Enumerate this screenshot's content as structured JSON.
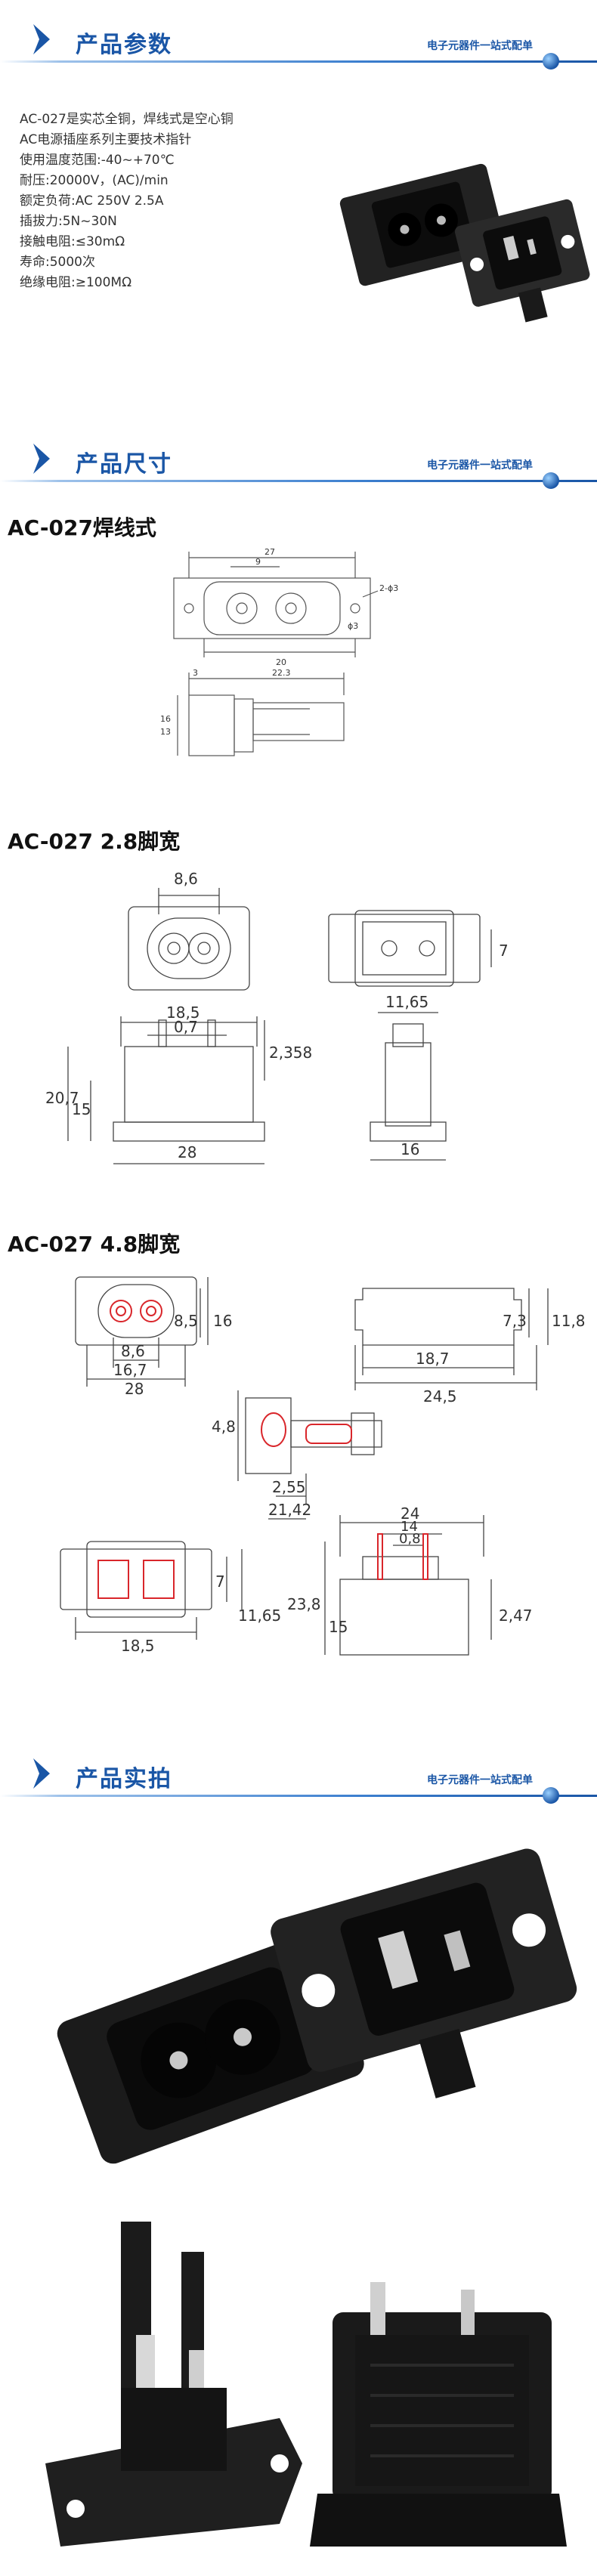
{
  "sections": {
    "params": {
      "title": "产品参数",
      "slogan": "电子元器件一站式配单"
    },
    "dimensions": {
      "title": "产品尺寸",
      "slogan": "电子元器件一站式配单"
    },
    "photos": {
      "title": "产品实拍",
      "slogan": "电子元器件一站式配单"
    }
  },
  "specs": [
    "AC-027是实芯全铜，焊线式是空心铜",
    "AC电源插座系列主要技术指针",
    "使用温度范围:-40~+70℃",
    "耐压:20000V，(AC)/min",
    "额定负荷:AC 250V 2.5A",
    "插拔力:5N~30N",
    "接触电阻:≤30mΩ",
    "寿命:5000次",
    "绝缘电阻:≥100MΩ"
  ],
  "subtitles": {
    "weld": "AC-027焊线式",
    "w28": "AC-027  2.8脚宽",
    "w48": "AC-027  4.8脚宽"
  },
  "dims": {
    "weld": {
      "d27": "27",
      "d9": "9",
      "d2phi3": "2-ϕ3",
      "dphi3": "ϕ3",
      "d20": "20",
      "d3": "3",
      "d223": "22.3",
      "d16": "16",
      "d13": "13"
    },
    "w28": {
      "d86": "8,6",
      "d7": "7",
      "d185": "18,5",
      "d07": "0,7",
      "d1165": "11,65",
      "d207": "20,7",
      "d15": "15",
      "d2358": "2,358",
      "d28": "28",
      "d16": "16"
    },
    "w48": {
      "d86": "8,6",
      "d85": "8,5",
      "d16": "16",
      "d167": "16,7",
      "d28": "28",
      "d73": "7,3",
      "d118": "11,8",
      "d187": "18,7",
      "d245": "24,5",
      "d48": "4,8",
      "d255": "2,55",
      "d2142": "21,42",
      "d24": "24",
      "d14": "14",
      "d08": "0,8",
      "d7": "7",
      "d1165": "11,65",
      "d185": "18,5",
      "d238": "23,8",
      "d15": "15",
      "d247": "2,47"
    }
  },
  "colors": {
    "brand": "#1a56a6",
    "line": "#555555",
    "accent": "#d9262b",
    "plastic": "#1e1e1e"
  }
}
